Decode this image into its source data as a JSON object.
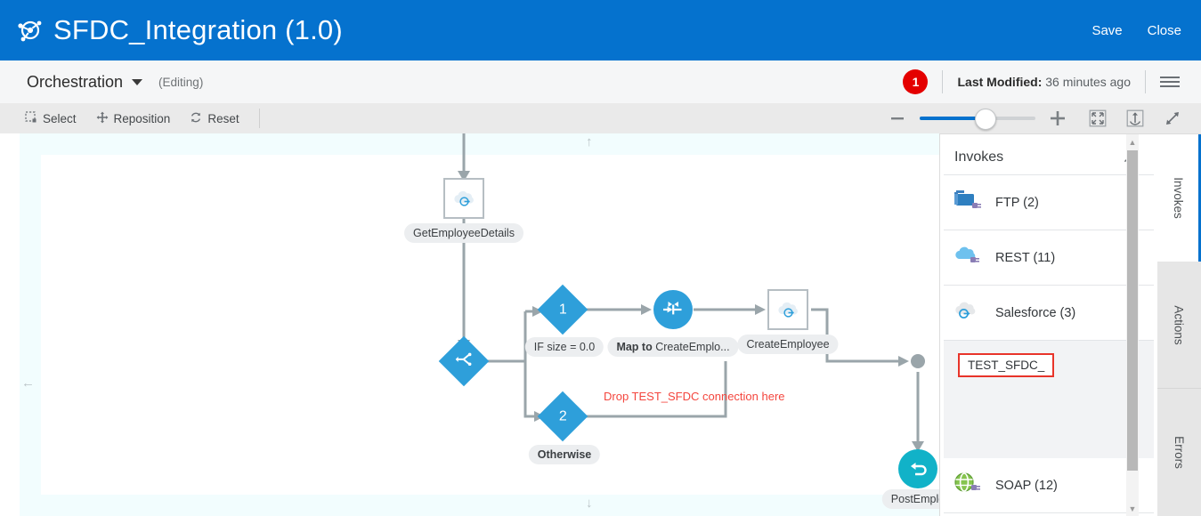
{
  "header": {
    "logo_icon": "integration-node-icon",
    "title": "SFDC_Integration (1.0)",
    "save_label": "Save",
    "close_label": "Close"
  },
  "subbar": {
    "mode_label": "Orchestration",
    "mode_caret_icon": "chevron-down-icon",
    "state_label": "(Editing)",
    "error_count": "1",
    "last_modified_label": "Last Modified:",
    "last_modified_value": "36 minutes ago",
    "menu_icon": "hamburger-menu-icon"
  },
  "toolbar": {
    "select_label": "Select",
    "select_icon": "marquee-select-icon",
    "reposition_label": "Reposition",
    "reposition_icon": "move-arrows-icon",
    "reset_label": "Reset",
    "reset_icon": "refresh-icon",
    "zoom_out_icon": "minus-icon",
    "zoom_in_icon": "plus-icon",
    "zoom_value": 55,
    "fit_icon": "fit-to-screen-icon",
    "upload_icon": "export-up-icon",
    "expand_icon": "expand-diagonal-icon"
  },
  "canvas": {
    "dropzone_arrow_up": "↑",
    "dropzone_arrow_down": "↓",
    "dropzone_arrow_left": "←",
    "drop_hint": "Drop TEST_SFDC connection here",
    "drop_hint_color": "#f4463e",
    "accent_blue": "#2e9fda",
    "accent_teal": "#11b2c8",
    "connector_color": "#9aa5aa",
    "nodes": [
      {
        "id": "get-employee-details",
        "label": "GetEmployeeDetails",
        "type": "salesforce-invoke",
        "icon": "salesforce-cloud-icon"
      },
      {
        "id": "switch",
        "label": "",
        "type": "switch",
        "icon": "branch-icon"
      },
      {
        "id": "branch-1",
        "label": "IF size = 0.0",
        "type": "branch",
        "number": "1"
      },
      {
        "id": "map-to-create-employee",
        "label": "Map to CreateEmplo...",
        "label_bold_prefix": "Map to ",
        "label_rest": "CreateEmplo...",
        "type": "map",
        "icon": "map-arrows-icon"
      },
      {
        "id": "create-employee",
        "label": "CreateEmployee",
        "type": "salesforce-invoke",
        "icon": "salesforce-cloud-icon"
      },
      {
        "id": "branch-2",
        "label": "Otherwise",
        "type": "branch",
        "number": "2"
      },
      {
        "id": "post-employee",
        "label": "PostEmplo",
        "type": "return",
        "icon": "return-arrow-icon"
      }
    ]
  },
  "panel": {
    "title": "Invokes",
    "pin_icon": "pin-icon",
    "items": [
      {
        "label": "FTP (2)",
        "icon": "ftp-connector-icon"
      },
      {
        "label": "REST (11)",
        "icon": "rest-cloud-icon"
      },
      {
        "label": "Salesforce (3)",
        "icon": "salesforce-cloud-icon"
      },
      {
        "label": "SOAP (12)",
        "icon": "soap-globe-icon"
      }
    ],
    "dragged_chip": "TEST_SFDC_",
    "chip_border_color": "#e8342a",
    "scroll_up_icon": "scroll-up-arrow",
    "scroll_down_icon": "scroll-down-arrow"
  },
  "vtabs": [
    {
      "label": "Invokes",
      "active": true
    },
    {
      "label": "Actions",
      "active": false
    },
    {
      "label": "Errors",
      "active": false
    }
  ]
}
